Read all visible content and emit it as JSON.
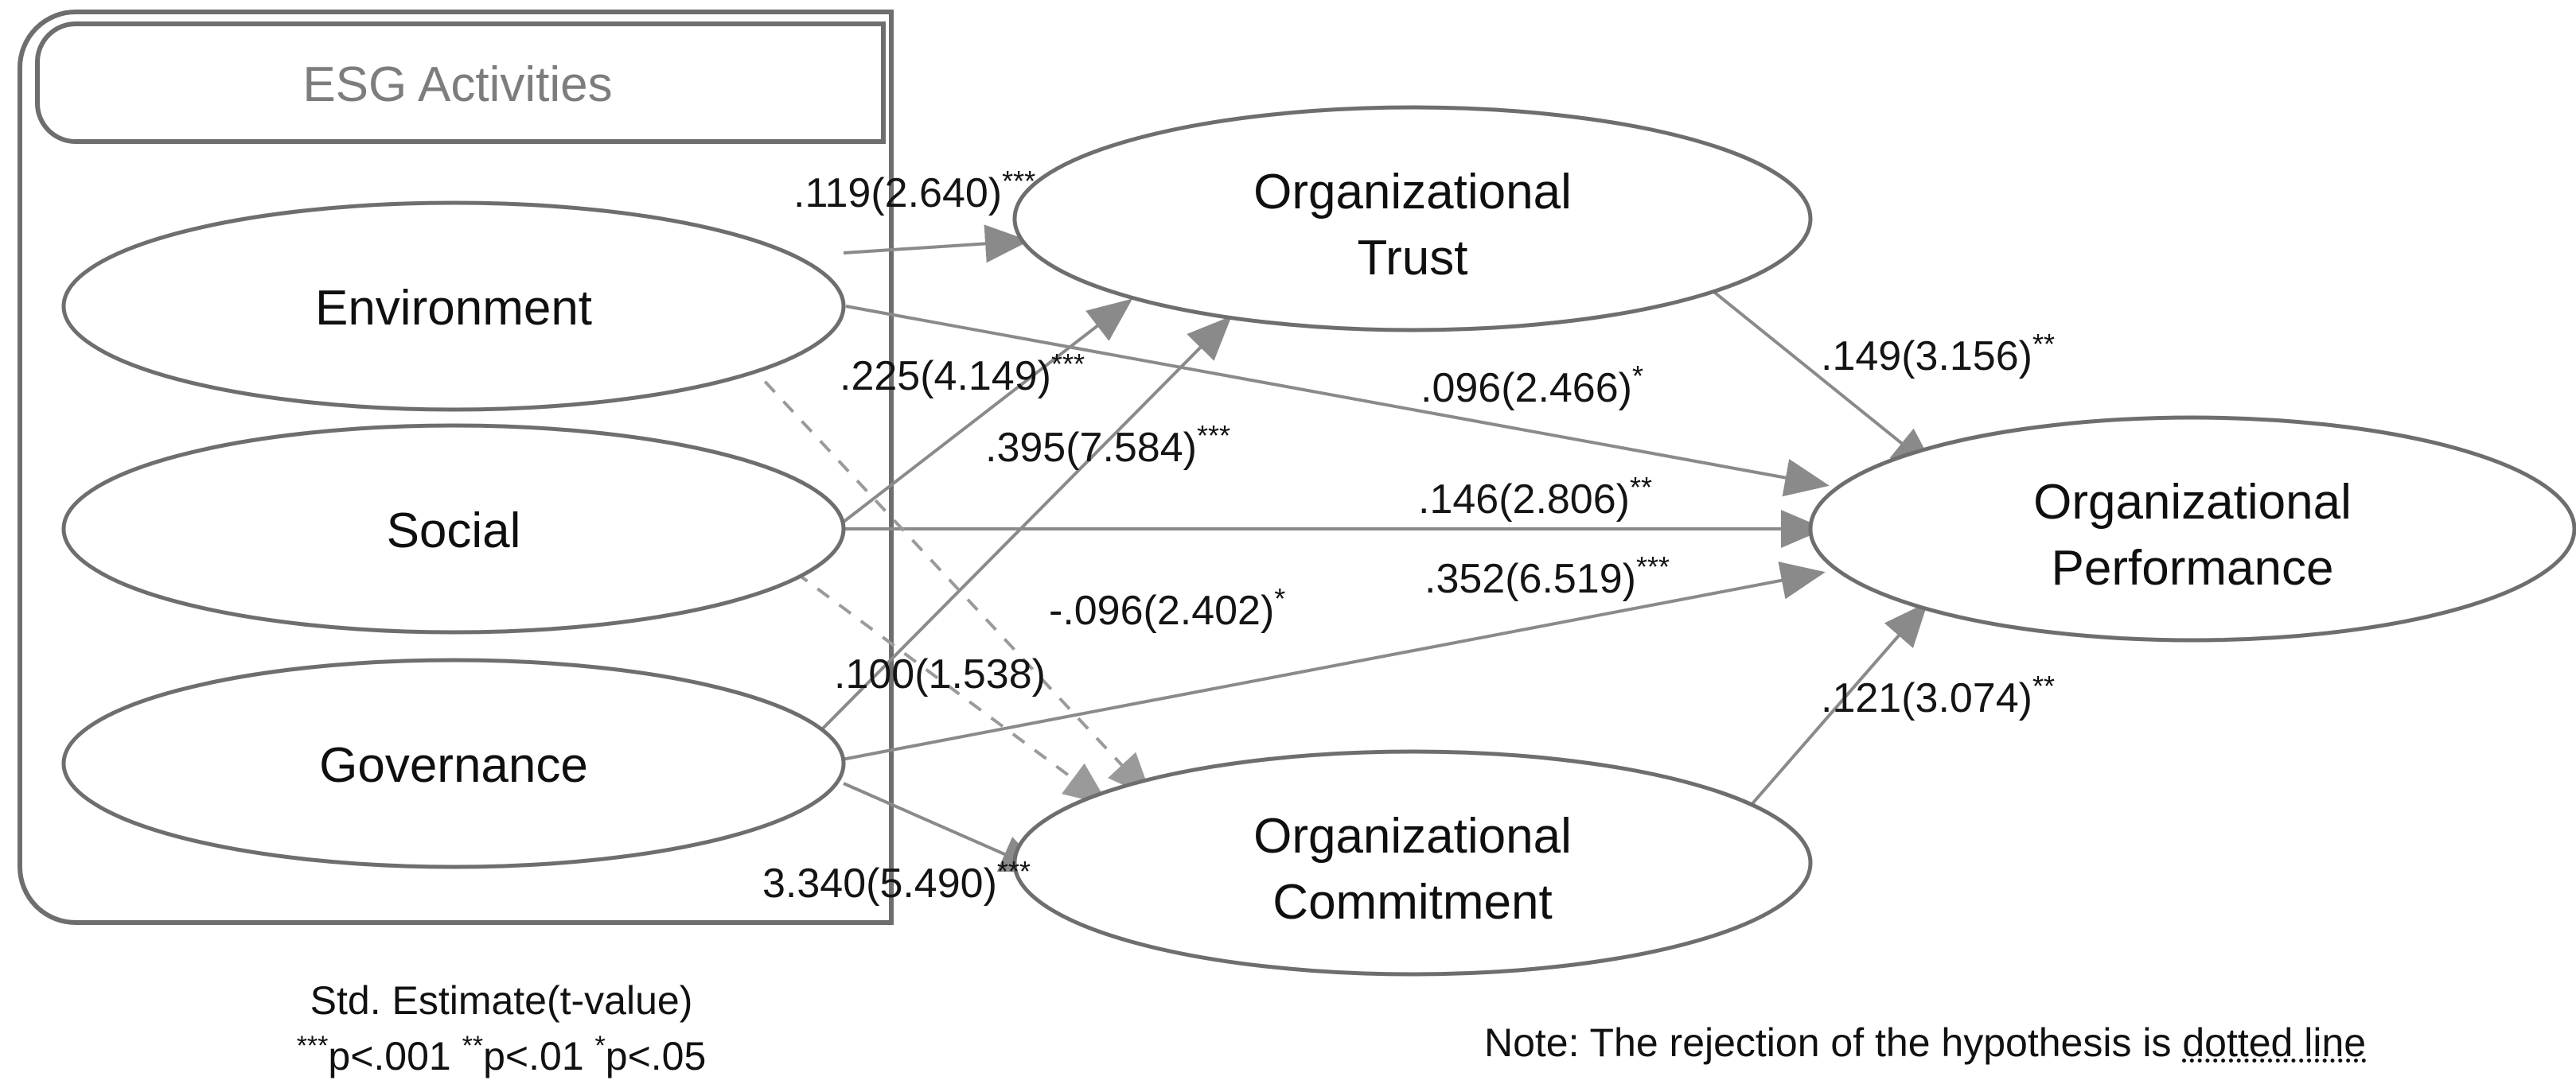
{
  "figure": {
    "type": "sem-path-diagram",
    "group_box_title": "ESG Activities",
    "nodes": [
      {
        "id": "environment",
        "label": "Environment",
        "label_lines": [
          "Environment"
        ]
      },
      {
        "id": "social",
        "label": "Social",
        "label_lines": [
          "Social"
        ]
      },
      {
        "id": "governance",
        "label": "Governance",
        "label_lines": [
          "Governance"
        ]
      },
      {
        "id": "org_trust",
        "label": "Organizational Trust",
        "label_lines": [
          "Organizational",
          "Trust"
        ]
      },
      {
        "id": "org_commit",
        "label": "Organizational Commitment",
        "label_lines": [
          "Organizational",
          "Commitment"
        ]
      },
      {
        "id": "org_perf",
        "label": "Organizational Performance",
        "label_lines": [
          "Organizational",
          "Performance"
        ]
      }
    ],
    "paths": [
      {
        "id": "p1",
        "from": "environment",
        "to": "org_trust",
        "estimate": ".119",
        "t_value": "2.640",
        "stars": "***",
        "label": ".119(2.640)",
        "style": "solid",
        "significant": true
      },
      {
        "id": "p2",
        "from": "social",
        "to": "org_trust",
        "estimate": ".225",
        "t_value": "4.149",
        "stars": "***",
        "label": ".225(4.149)",
        "style": "solid",
        "significant": true
      },
      {
        "id": "p3",
        "from": "governance",
        "to": "org_trust",
        "estimate": ".395",
        "t_value": "7.584",
        "stars": "***",
        "label": ".395(7.584)",
        "style": "solid",
        "significant": true
      },
      {
        "id": "p4",
        "from": "environment",
        "to": "org_perf",
        "estimate": ".096",
        "t_value": "2.466",
        "stars": "*",
        "label": ".096(2.466)",
        "style": "solid",
        "significant": true
      },
      {
        "id": "p5",
        "from": "social",
        "to": "org_perf",
        "estimate": ".146",
        "t_value": "2.806",
        "stars": "**",
        "label": ".146(2.806)",
        "style": "solid",
        "significant": true
      },
      {
        "id": "p6",
        "from": "governance",
        "to": "org_perf",
        "estimate": ".352",
        "t_value": "6.519",
        "stars": "***",
        "label": ".352(6.519)",
        "style": "solid",
        "significant": true
      },
      {
        "id": "p7",
        "from": "environment",
        "to": "org_commit",
        "estimate": "-.096",
        "t_value": "2.402",
        "stars": "*",
        "label": "-.096(2.402)",
        "style": "dotted",
        "significant": true
      },
      {
        "id": "p8",
        "from": "social",
        "to": "org_commit",
        "estimate": ".100",
        "t_value": "1.538",
        "stars": "",
        "label": ".100(1.538)",
        "style": "dotted",
        "significant": false
      },
      {
        "id": "p9",
        "from": "governance",
        "to": "org_commit",
        "estimate": "3.340",
        "t_value": "5.490",
        "stars": "***",
        "label": "3.340(5.490)",
        "style": "solid",
        "significant": true
      },
      {
        "id": "p10",
        "from": "org_trust",
        "to": "org_perf",
        "estimate": ".149",
        "t_value": "3.156",
        "stars": "**",
        "label": ".149(3.156)",
        "style": "solid",
        "significant": true
      },
      {
        "id": "p11",
        "from": "org_commit",
        "to": "org_perf",
        "estimate": ".121",
        "t_value": "3.074",
        "stars": "**",
        "label": ".121(3.074)",
        "style": "solid",
        "significant": true
      }
    ],
    "legend": {
      "line1": "Std. Estimate(t-value)",
      "sig_001_stars": "***",
      "sig_001_text": "p<.001",
      "sig_01_stars": "**",
      "sig_01_text": "p<.01",
      "sig_05_stars": "*",
      "sig_05_text": "p<.05"
    },
    "note": {
      "prefix": "Note: The rejection of the hypothesis is ",
      "emphasis": "dotted line"
    },
    "colors": {
      "node_stroke": "#6e6e6e",
      "group_title": "#7d7d7d",
      "text": "#0f0f0f",
      "path_stroke": "#8a8a8a",
      "background": "#ffffff"
    }
  }
}
